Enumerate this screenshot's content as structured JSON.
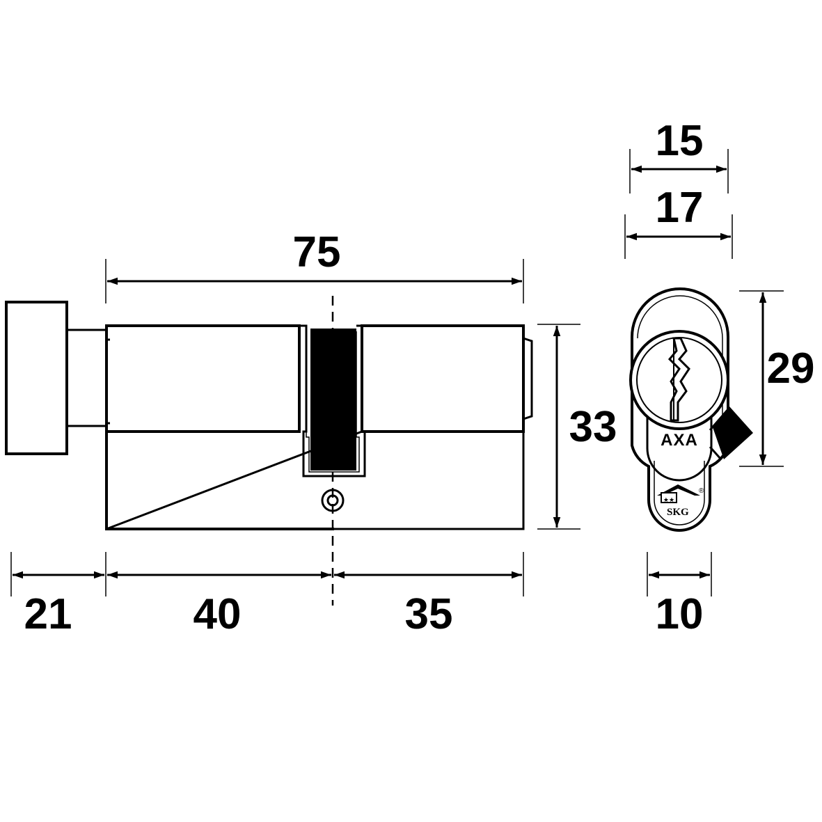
{
  "dimensions": {
    "overall_length": "75",
    "knob_length": "21",
    "knob_side_length": "40",
    "key_side_length": "35",
    "height": "33",
    "profile_height": "29",
    "inner_width": "15",
    "outer_width": "17",
    "cam_width": "10"
  },
  "logos": {
    "brand": "AXA",
    "cert": "SKG",
    "registered": "®"
  },
  "colors": {
    "line": "#000000",
    "background": "#ffffff"
  }
}
